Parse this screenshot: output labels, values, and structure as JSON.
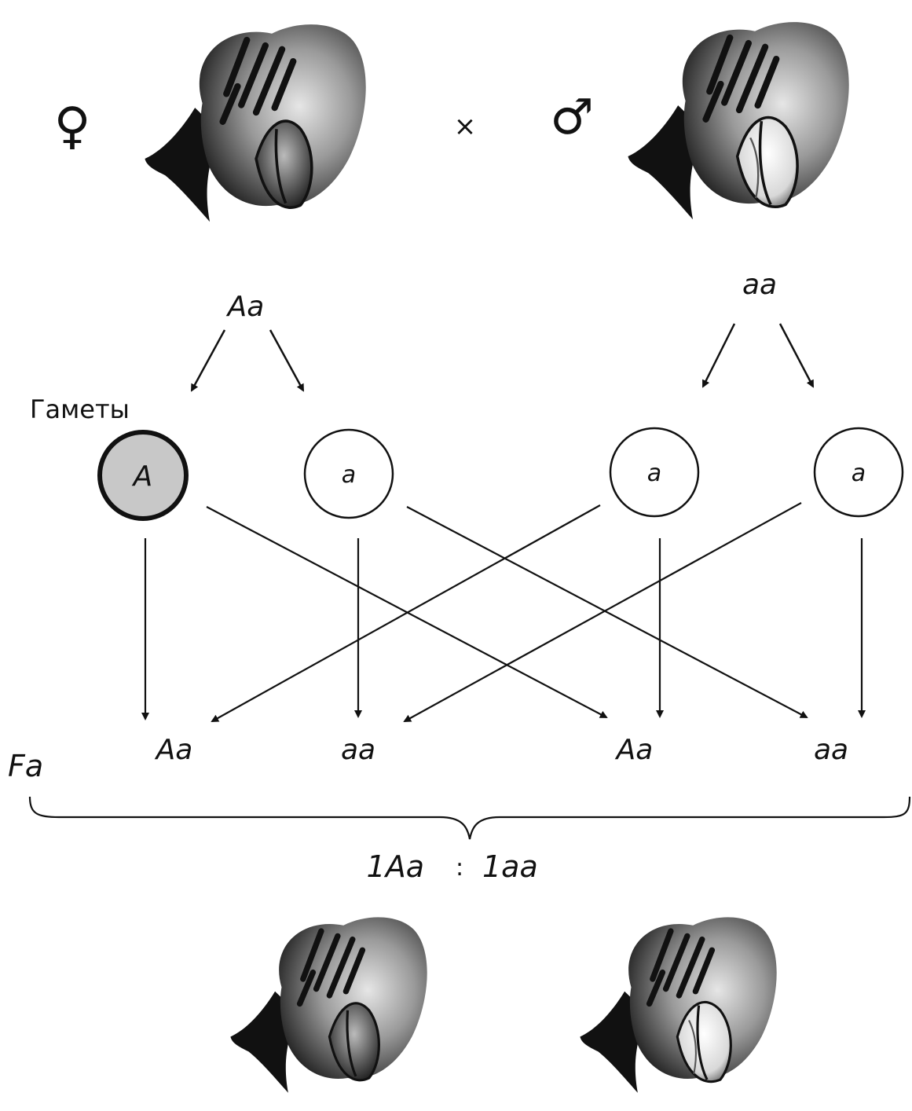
{
  "symbols": {
    "female": "♀",
    "cross": "×",
    "male": "♂"
  },
  "parents": {
    "female_genotype": "Aa",
    "male_genotype": "aa"
  },
  "gametes_label": "Гаметы",
  "gametes": [
    "A",
    "a",
    "a",
    "a"
  ],
  "offspring": [
    "Aa",
    "aa",
    "Aa",
    "aa"
  ],
  "generation_label": "Fa",
  "ratio": {
    "left": "1Aa",
    "separator": ":",
    "right": "1aa"
  },
  "colors": {
    "ink": "#111111",
    "dominant_gamete_fill": "#c8c8c8",
    "petal_dark": "#111111",
    "petal_light": "#bdbdbd"
  }
}
